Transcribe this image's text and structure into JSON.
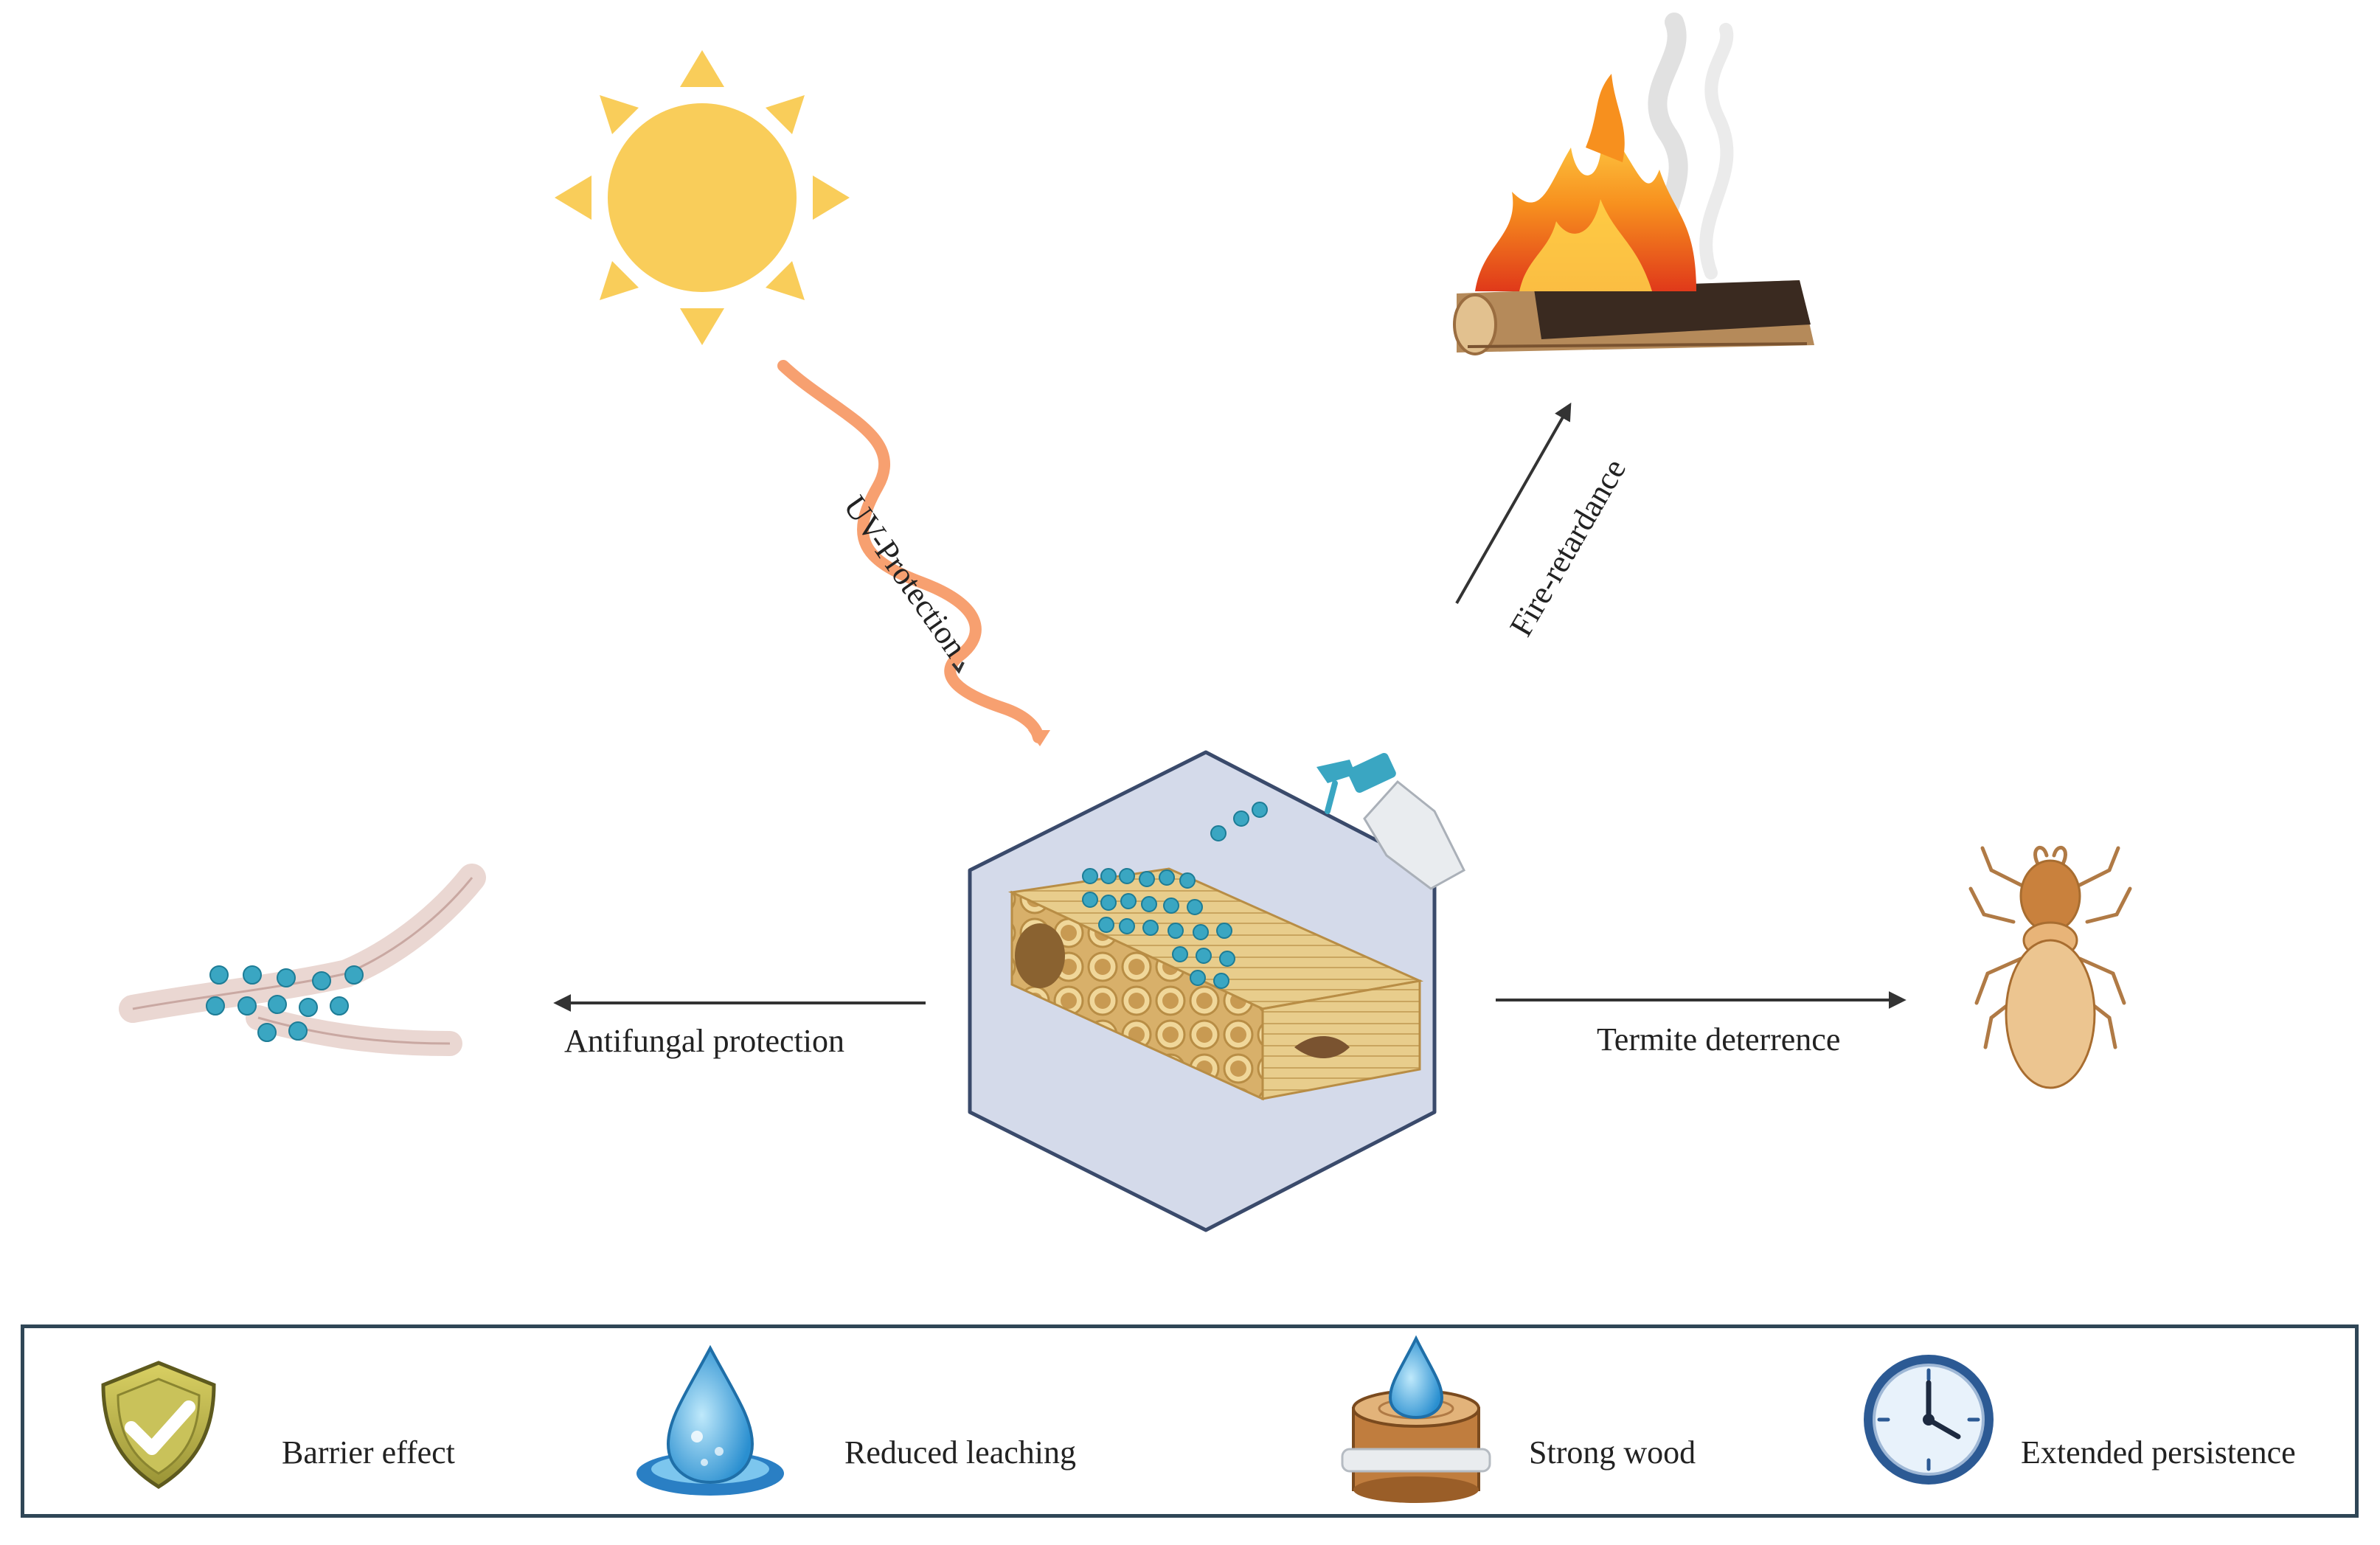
{
  "labels": {
    "uv": "UV-Protection",
    "fire": "Fire-retardance",
    "antifungal": "Antifungal protection",
    "termite": "Termite deterrence"
  },
  "legend": {
    "items": [
      {
        "label": "Barrier effect",
        "icon": "shield-check-icon"
      },
      {
        "label": "Reduced leaching",
        "icon": "water-drop-icon"
      },
      {
        "label": "Strong wood",
        "icon": "wood-log-drop-icon"
      },
      {
        "label": "Extended persistence",
        "icon": "clock-icon"
      }
    ]
  },
  "colors": {
    "sun": "#f9cd5a",
    "uv_wave": "#f7a070",
    "hexagon_fill": "#d4daea",
    "hexagon_stroke": "#3a4a6b",
    "nanoparticle": "#3aa6c2",
    "wood": "#e3c27f",
    "legend_border": "#2f4656"
  }
}
